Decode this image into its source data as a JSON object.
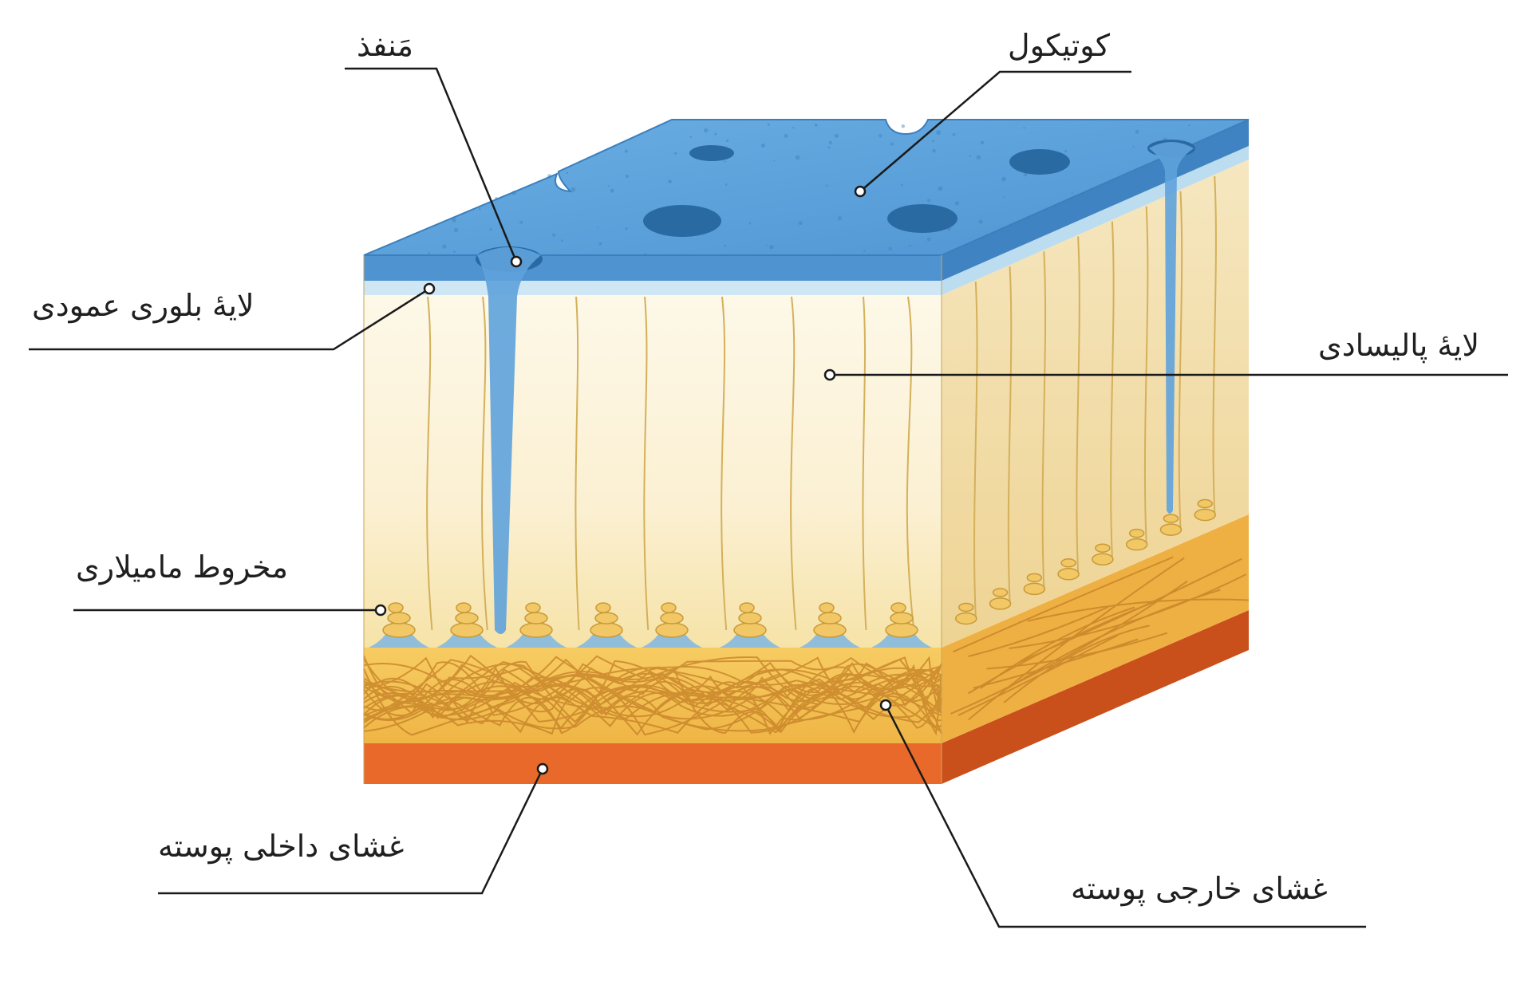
{
  "labels": {
    "pore": "مَنفذ",
    "cuticle": "کوتیکول",
    "vertical_crystal_layer": "لایهٔ بلوری عمودی",
    "palisade_layer": "لایهٔ پالیسادی",
    "mammillary_cone": "مخروط ماميلارى",
    "inner_shell_membrane": "غشای داخلی پوسته",
    "outer_shell_membrane": "غشای خارجی پوسته"
  },
  "colors": {
    "cuticle": "#5b9fd8",
    "cuticle_dark": "#2e6fa8",
    "pore_hole": "#2a6aa3",
    "vertical_layer": "#cfe6f5",
    "palisade_front": "#fbf2d8",
    "palisade_side": "#f0dca8",
    "cell_line": "#d6b45a",
    "mammillary": "#f2c766",
    "outer_membrane": "#f3bf4f",
    "membrane_fiber": "#c8862a",
    "inner_membrane": "#e8692a",
    "inner_membrane_side": "#d4511c",
    "leader_line": "#1a1a1a"
  }
}
